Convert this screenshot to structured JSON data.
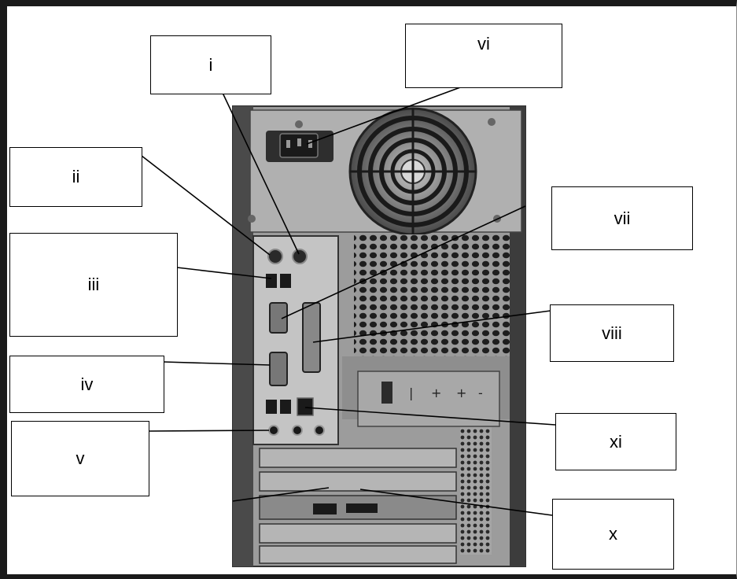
{
  "labels": {
    "i": "i",
    "ii": "ii",
    "iii": "iii",
    "iv": "iv",
    "v": "v",
    "vi": "vi",
    "vii": "vii",
    "viii": "viii",
    "x": "x",
    "xi": "xi"
  },
  "colors": {
    "case_metal": "#8a8a8a",
    "case_dark": "#3a3a3a",
    "grille": "#2b2b2b",
    "line": "#000000"
  }
}
